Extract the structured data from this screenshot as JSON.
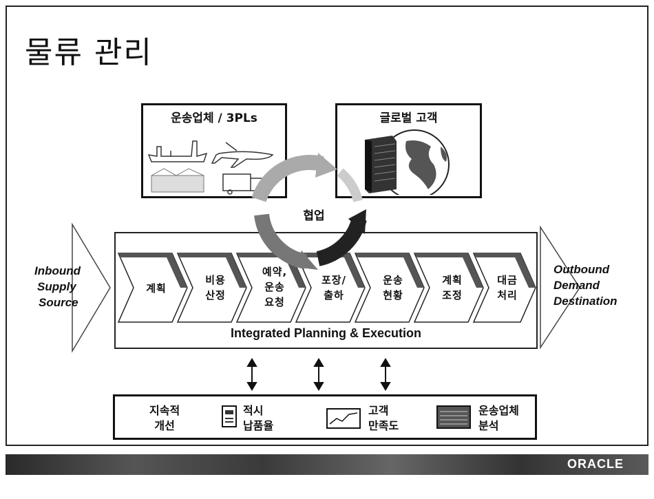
{
  "title": "물류 관리",
  "carriers_box": {
    "title": "운송업체 / 3PLs"
  },
  "customers_box": {
    "title": "글로벌 고객"
  },
  "collaboration": {
    "label": "협업"
  },
  "inbound": {
    "lines": [
      "Inbound",
      "Supply",
      "Source"
    ]
  },
  "outbound": {
    "lines": [
      "Outbound",
      "Demand",
      "Destination"
    ]
  },
  "steps": [
    {
      "label": "계획"
    },
    {
      "label": "비용\n산정"
    },
    {
      "label": "예약,\n운송\n요청"
    },
    {
      "label": "포장/\n출하"
    },
    {
      "label": "운송\n현황"
    },
    {
      "label": "계획\n조정"
    },
    {
      "label": "대금\n처리"
    }
  ],
  "process": {
    "label": "Integrated Planning & Execution"
  },
  "improvement": {
    "heading": "지속적\n개선",
    "items": [
      {
        "label": "적시\n납품율",
        "icon": "document-icon"
      },
      {
        "label": "고객\n만족도",
        "icon": "line-chart-icon"
      },
      {
        "label": "운송업체\n분석",
        "icon": "calendar-icon"
      }
    ]
  },
  "footer": {
    "brand": "ORACLE"
  }
}
